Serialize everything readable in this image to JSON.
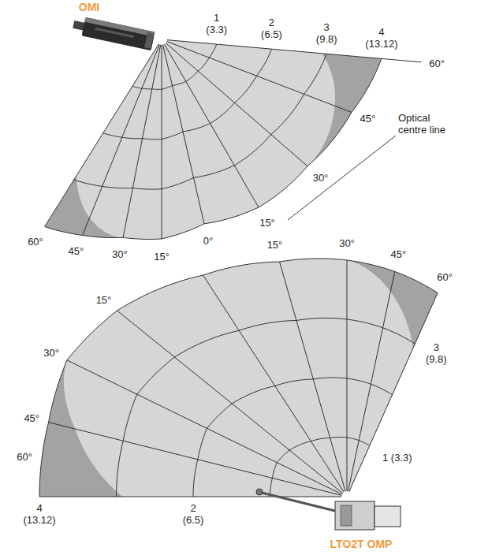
{
  "diagram": {
    "labels": [
      "OMI",
      "1 (3.3)",
      "2 (6.5)",
      "3 (9.8)",
      "4 (13.12)",
      "60°",
      "45°",
      "30°",
      "15°",
      "Optical centre line",
      "60°",
      "45°",
      "30°",
      "15°",
      "0°",
      "15°",
      "30°",
      "45°",
      "60°",
      "15°",
      "30°",
      "45°",
      "60°",
      "3 (9.8)",
      "1 (3.3)",
      "2 (6.5)",
      "4 (13.12)",
      "LTO2T OMP"
    ]
  }
}
